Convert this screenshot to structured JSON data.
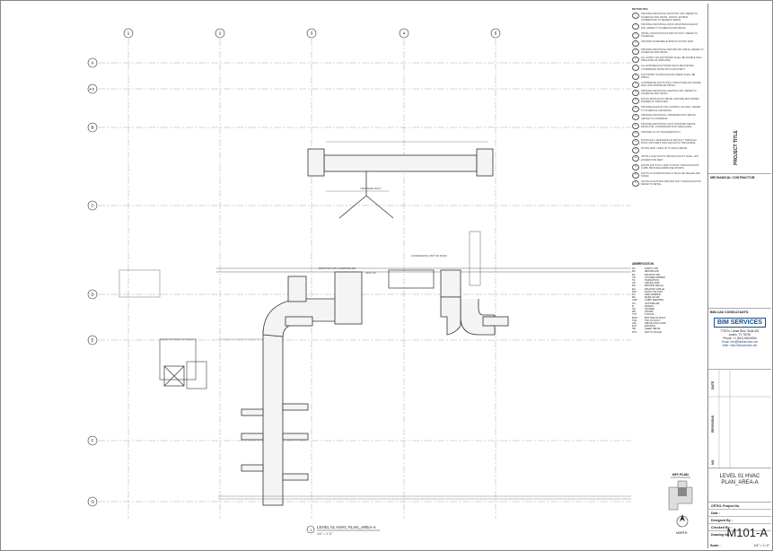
{
  "grid": {
    "columns": [
      "1",
      "2",
      "3",
      "4",
      "5"
    ],
    "rows": [
      "A",
      "A.5",
      "B",
      "C",
      "D",
      "E",
      "F",
      "G"
    ]
  },
  "keynotes": {
    "title": "KEYNOTES",
    "items": [
      {
        "n": "1",
        "text": "PROVIDE AND INSTALL ROOFTOP UNIT. REFER TO SCHEDULE AND DETAIL. ROUTE, EXTEND CONDENSATE TO NEAREST DRAIN."
      },
      {
        "n": "2",
        "text": "PROVIDE AND INSTALL ROOF MOUNTED EXHAUST FAN. REFER TO SCHEDULE AND DETAIL."
      },
      {
        "n": "3",
        "text": "INSTALL TRANSITION AT END OF DUCT. REFER TO SCHEDULE."
      },
      {
        "n": "4",
        "text": "PROVIDE 90 DEGREE ELBOW AT SOUND TRAP."
      },
      {
        "n": "5",
        "text": "PROVIDE AND INSTALL RETURN AIR GRILLE. REFER TO SCHEDULE AND DETAIL."
      },
      {
        "n": "6",
        "text": "ALL SUPPLY AIR DUCTWORK SHALL BE DOUBLE WALL INSULATED AS INDICATED."
      },
      {
        "n": "7",
        "text": "ALL EXPOSED DUCTWORK SHALL BE PAINTED. COORDINATE FINISH WITH ARCHITECT."
      },
      {
        "n": "8",
        "text": "DUCTWORK IN OPEN CEILING AREAS SHALL BE SPIRAL."
      },
      {
        "n": "9",
        "text": "COORDINATE DUCTS WITH STRUCTURE AND SHARE WALL AND SPRINKLER PIPING."
      },
      {
        "n": "10",
        "text": "PROVIDE AND INSTALL HEATING UNIT. REFER TO SCHEDULE AND DETAIL."
      },
      {
        "n": "11",
        "text": "ROUTE FROM ROOF ABOVE. PROVIDE MOTORIZED DAMPER AS INDICATED."
      },
      {
        "n": "12",
        "text": "PROVIDE EXHAUST FAN CONTROL ON WALL. REFER TO SCHEDULE AND DETAIL."
      },
      {
        "n": "13",
        "text": "PROVIDE AND INSTALL TRANSFER DUCT ABOVE CEILING TO CORRIDOR."
      },
      {
        "n": "14",
        "text": "PROVIDE AND INSTALL DUCT MOUNTED SMOKE DETECTOR. COORDINATE WITH FIRE ALARM."
      },
      {
        "n": "15",
        "text": "PROVIDE 12\"x10\" TRANSFER DUCT."
      },
      {
        "n": "16",
        "text": "ROUTE FULL SIZE MAKE-UP AIR DUCT THROUGH ROOF. PROVIDE 1 INCH AIR GAP AT DISCHARGE."
      },
      {
        "n": "17",
        "text": "ROUTE VENT LINES UP TO ROOF ABOVE."
      },
      {
        "n": "18",
        "text": "INSTALL FLEX DUCTS. BRANCH DUCTS SHALL NOT EXCEED FIVE FEET."
      },
      {
        "n": "19",
        "text": "ROUTE DUCT FULL SIZE TO ROOF THROUGH ROOF CURB. PROVIDE HURRICANE STRAPS."
      },
      {
        "n": "20",
        "text": "DUCTS AT EXTERIOR WALLS SHALL BE SEALED AND TAPED."
      },
      {
        "n": "21",
        "text": "ROUTE AT EXISTING RETURN DUCT THROUGH ROOF. REFER TO DETAIL."
      }
    ]
  },
  "abbreviations": {
    "title": "ABBREVIATION",
    "items": [
      {
        "k": "SA",
        "v": "SUPPLY AIR"
      },
      {
        "k": "RA",
        "v": "RETURN AIR"
      },
      {
        "k": "EA",
        "v": "EXHAUST AIR"
      },
      {
        "k": "VD",
        "v": "VOLUME DAMPER"
      },
      {
        "k": "TR",
        "v": "TRANSITION"
      },
      {
        "k": "CD",
        "v": "CEILING DIFF"
      },
      {
        "k": "RG",
        "v": "RETURN GRILLE"
      },
      {
        "k": "EG",
        "v": "EXHAUST GRILLE"
      },
      {
        "k": "RTU",
        "v": "ROOF TOP UNIT"
      },
      {
        "k": "FD",
        "v": "FIRE DAMPER"
      },
      {
        "k": "MA",
        "v": "MAKE UP AIR"
      },
      {
        "k": "CFM",
        "v": "CUBIC FEET/MIN"
      },
      {
        "k": "OA",
        "v": "OUTSIDE AIR"
      },
      {
        "k": "R",
        "v": "RADIUS"
      },
      {
        "k": "SQ",
        "v": "SQUARE"
      },
      {
        "k": "RD",
        "v": "ROUND"
      },
      {
        "k": "TYP",
        "v": "TYPICAL"
      },
      {
        "k": "BOD",
        "v": "BOTTOM OF DUCT"
      },
      {
        "k": "TOD",
        "v": "TOP OF DUCT"
      },
      {
        "k": "AFF",
        "v": "ABOVE FIN FLOOR"
      },
      {
        "k": "EXT",
        "v": "EXISTING"
      },
      {
        "k": "SM",
        "v": "SHEET METAL"
      },
      {
        "k": "NTS",
        "v": "NOT TO SCALE"
      }
    ]
  },
  "labels": {
    "plan_title": "LEVEL 01 HVAC PLAN_AREA-A",
    "plan_scale": "1/4\" = 1'-0\"",
    "key_plan": "KEY PLAN",
    "north": "NORTH",
    "annotation_a": "ROOFTOP UNIT CONTROLLER",
    "annotation_b": "SPLIT AC",
    "annotation_c": "CONDENSING UNIT ON ROOF",
    "annotation_d": "TRANSFER DUCT"
  },
  "title_block": {
    "project_name": "PROJECT TITLE",
    "mechanical_contractor": "MECHANICAL CONTRACTOR:",
    "consultants": "BIM-CAD CONSULTANTS:",
    "logo_text": "BIM SERVICES",
    "address_line1": "7703 N. Lamar Blvd. Suite 401",
    "address_line2": "Austin, TX 78752",
    "phone": "Phone: +1 (512) 660-5064",
    "email": "Email: info@bimservices.net",
    "web": "Web: http://bimservices.net",
    "date_label": "DATE",
    "revisions_label": "REVISIONS",
    "no_label": "NO.",
    "sheet_title_line1": "LEVEL 01 HVAC",
    "sheet_title_line2": "PLAN_AREA-A",
    "project_no_label": "CRTKL Project No.",
    "date_field_label": "Date :",
    "designed_label": "Designed By :",
    "checked_label": "Checked By :",
    "drawing_no_label": "Drawing No.",
    "drawing_no": "M101-A",
    "scale_label": "Scale :",
    "scale_value": "1/4\" = 1'-0\""
  }
}
